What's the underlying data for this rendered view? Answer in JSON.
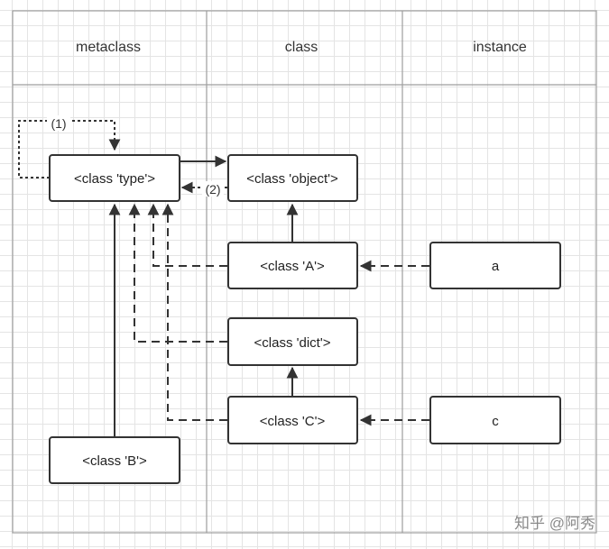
{
  "columns": {
    "metaclass": "metaclass",
    "class": "class",
    "instance": "instance"
  },
  "nodes": {
    "type": "<class 'type'>",
    "object": "<class 'object'>",
    "A": "<class 'A'>",
    "dict": "<class 'dict'>",
    "C": "<class 'C'>",
    "B": "<class 'B'>",
    "a": "a",
    "c": "c"
  },
  "annotations": {
    "loop": "(1)",
    "type_to_object": "(2)"
  },
  "watermark": "知乎 @阿秀",
  "colors": {
    "lane_border": "#9e9e9e",
    "node_border": "#333333",
    "edge": "#333333",
    "grid": "#e4e4e4"
  }
}
